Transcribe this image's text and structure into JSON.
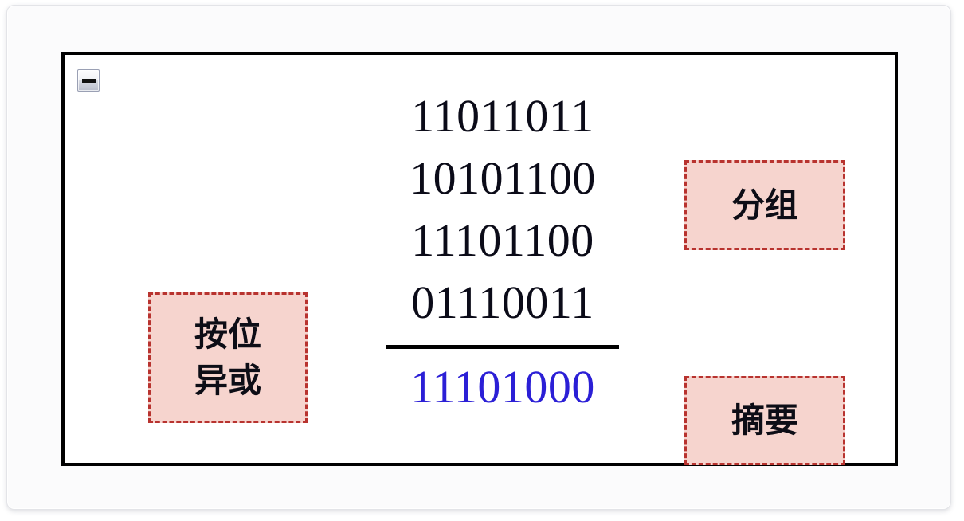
{
  "frame": {
    "name": "slide-frame"
  },
  "diagram": {
    "collapse_button": {
      "icon": "minus-icon",
      "label": "-"
    },
    "operation_rows": [
      "11011011",
      "10101100",
      "11101100",
      "01110011"
    ],
    "result": "11101000",
    "result_color": "#2b1fd6",
    "rule_color": "#000000"
  },
  "callouts": {
    "xor": {
      "line1": "按位",
      "line2": "异或"
    },
    "group": {
      "line1": "分组"
    },
    "digest": {
      "line1": "摘要"
    },
    "fill_color": "#f6d4ce",
    "border_color": "#b8332f"
  }
}
